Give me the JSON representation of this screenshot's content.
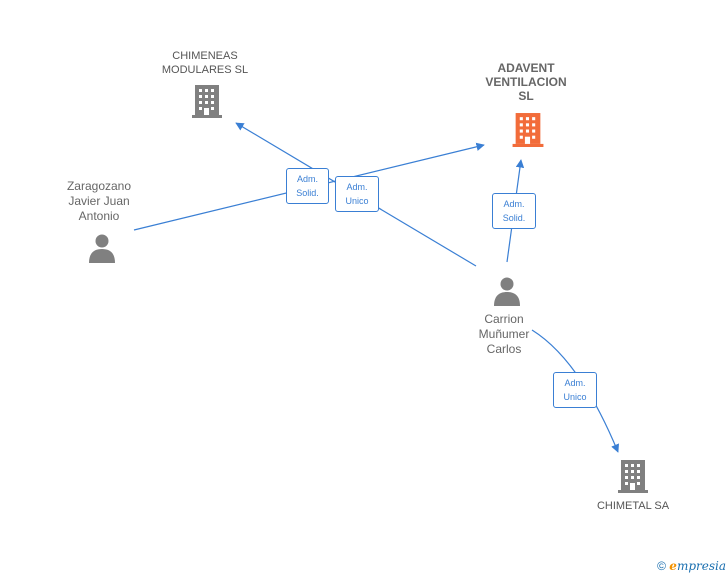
{
  "nodes": {
    "chimeneas": {
      "name": "CHIMENEAS\nMODULARES SL",
      "type": "company",
      "icon": "building-icon",
      "color": "#808080"
    },
    "adavent": {
      "name": "ADAVENT\nVENTILACION\nSL",
      "type": "company",
      "icon": "building-icon",
      "color": "#f26c3a"
    },
    "chimetal": {
      "name": "CHIMETAL SA",
      "type": "company",
      "icon": "building-icon",
      "color": "#808080"
    },
    "zaragozano": {
      "name": "Zaragozano\nJavier Juan\nAntonio",
      "type": "person",
      "icon": "person-icon",
      "color": "#808080"
    },
    "carrion": {
      "name": "Carrion\nMuñumer\nCarlos",
      "type": "person",
      "icon": "person-icon",
      "color": "#808080"
    }
  },
  "edges": {
    "e1": {
      "line1": "Adm.",
      "line2": "Solid."
    },
    "e2": {
      "line1": "Adm.",
      "line2": "Unico"
    },
    "e3": {
      "line1": "Adm.",
      "line2": "Solid."
    },
    "e4": {
      "line1": "Adm.",
      "line2": "Unico"
    }
  },
  "colors": {
    "edge": "#3a7fd4"
  },
  "footer": {
    "copyright": "©",
    "brand": "mpresia",
    "brand_initial": "e"
  }
}
